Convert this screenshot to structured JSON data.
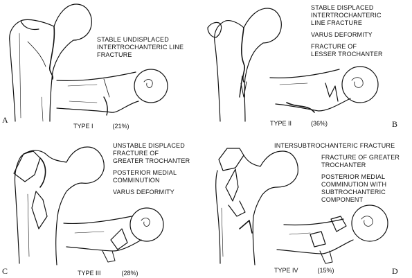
{
  "panels": [
    {
      "letter": "A",
      "type": "TYPE I",
      "percent": "(21%)",
      "notes": [
        "STABLE UNDISPLACED\nINTERTROCHANTERIC LINE\nFRACTURE"
      ]
    },
    {
      "letter": "B",
      "type": "TYPE II",
      "percent": "(36%)",
      "notes": [
        "STABLE DISPLACED\nINTERTROCHANTERIC\nLINE FRACTURE",
        "VARUS DEFORMITY",
        "FRACTURE OF\nLESSER TROCHANTER"
      ]
    },
    {
      "letter": "C",
      "type": "TYPE III",
      "percent": "(28%)",
      "notes": [
        "UNSTABLE DISPLACED\nFRACTURE OF\nGREATER TROCHANTER",
        "POSTERIOR MEDIAL\nCOMMINUTION",
        "VARUS DEFORMITY"
      ]
    },
    {
      "letter": "D",
      "type": "TYPE IV",
      "percent": "(15%)",
      "notes": [
        "INTERSUBTROCHANTERIC FRACTURE",
        "FRACTURE OF GREATER\nTROCHANTER",
        "POSTERIOR MEDIAL\nCOMMINUTION WITH\nSUBTROCHANTERIC\nCOMPONENT"
      ]
    }
  ],
  "colors": {
    "line": "#111111",
    "background": "#ffffff"
  }
}
